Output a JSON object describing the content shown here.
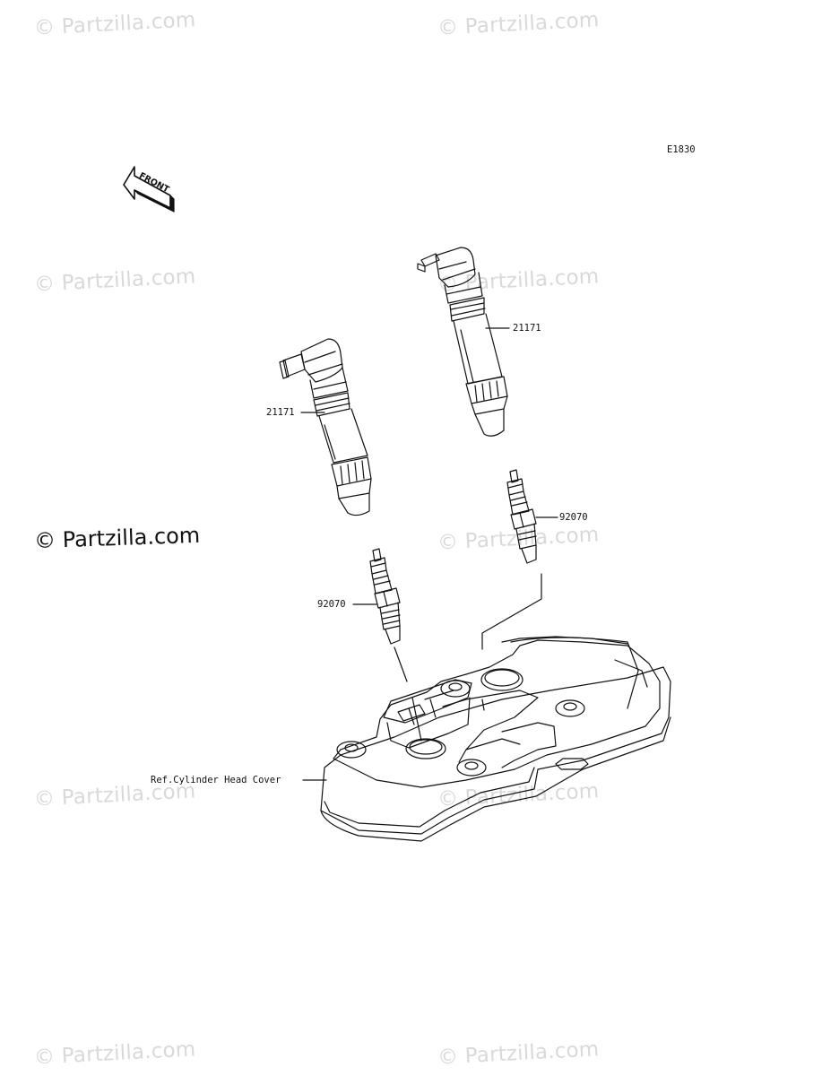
{
  "diagram_code": "E1830",
  "front_marker": "FRONT",
  "watermark": "© Partzilla.com",
  "watermark_main": "© Partzilla.com",
  "callouts": {
    "coil_upper": "21171",
    "coil_lower": "21171",
    "plug_upper": "92070",
    "plug_lower": "92070",
    "head_cover": "Ref.Cylinder Head Cover"
  }
}
